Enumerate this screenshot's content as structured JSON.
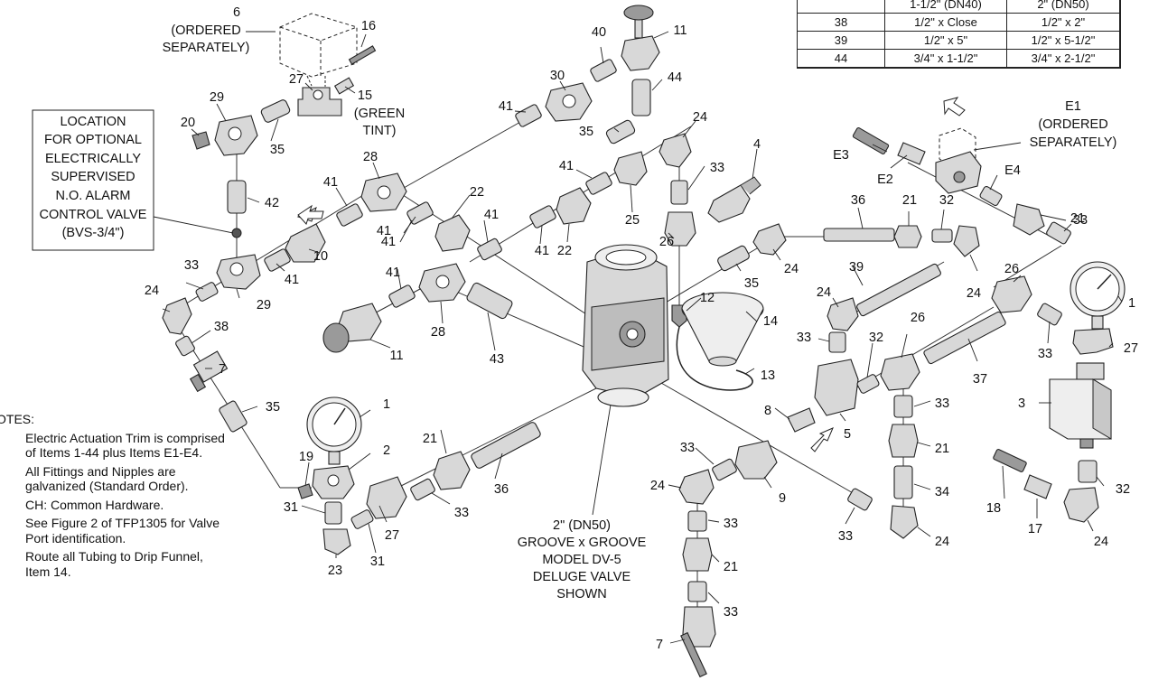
{
  "labels": [
    {
      "id": "p6",
      "text": "6"
    },
    {
      "id": "p16",
      "text": "16"
    },
    {
      "id": "p27a",
      "text": "27"
    },
    {
      "id": "p15",
      "text": "15"
    },
    {
      "id": "p29a",
      "text": "29"
    },
    {
      "id": "p20",
      "text": "20"
    },
    {
      "id": "p35a",
      "text": "35"
    },
    {
      "id": "p42",
      "text": "42"
    },
    {
      "id": "p28a",
      "text": "28"
    },
    {
      "id": "p41a",
      "text": "41"
    },
    {
      "id": "p41b",
      "text": "41"
    },
    {
      "id": "p10",
      "text": "10"
    },
    {
      "id": "p41c",
      "text": "41"
    },
    {
      "id": "p33a",
      "text": "33"
    },
    {
      "id": "p29b",
      "text": "29"
    },
    {
      "id": "p24a",
      "text": "24"
    },
    {
      "id": "p38",
      "text": "38"
    },
    {
      "id": "p7a",
      "text": "7"
    },
    {
      "id": "p35b",
      "text": "35"
    },
    {
      "id": "p41d",
      "text": "41"
    },
    {
      "id": "p30",
      "text": "30"
    },
    {
      "id": "p40",
      "text": "40"
    },
    {
      "id": "p11a",
      "text": "11"
    },
    {
      "id": "p44",
      "text": "44"
    },
    {
      "id": "p35c",
      "text": "35"
    },
    {
      "id": "p24b",
      "text": "24"
    },
    {
      "id": "p22a",
      "text": "22"
    },
    {
      "id": "p41e",
      "text": "41"
    },
    {
      "id": "p41f",
      "text": "41"
    },
    {
      "id": "p41g",
      "text": "41"
    },
    {
      "id": "p25",
      "text": "25"
    },
    {
      "id": "p33b",
      "text": "33"
    },
    {
      "id": "p4",
      "text": "4"
    },
    {
      "id": "p22b",
      "text": "22"
    },
    {
      "id": "p41h",
      "text": "41"
    },
    {
      "id": "p26a",
      "text": "26"
    },
    {
      "id": "p41i",
      "text": "41"
    },
    {
      "id": "p28b",
      "text": "28"
    },
    {
      "id": "p11b",
      "text": "11"
    },
    {
      "id": "p43",
      "text": "43"
    },
    {
      "id": "p12",
      "text": "12"
    },
    {
      "id": "p14",
      "text": "14"
    },
    {
      "id": "p13",
      "text": "13"
    },
    {
      "id": "p35d",
      "text": "35"
    },
    {
      "id": "p24c",
      "text": "24"
    },
    {
      "id": "p36a",
      "text": "36"
    },
    {
      "id": "p21a",
      "text": "21"
    },
    {
      "id": "p32a",
      "text": "32"
    },
    {
      "id": "p39",
      "text": "39"
    },
    {
      "id": "p24d",
      "text": "24"
    },
    {
      "id": "p24e",
      "text": "24"
    },
    {
      "id": "p33c",
      "text": "33"
    },
    {
      "id": "p32b",
      "text": "32"
    },
    {
      "id": "p26b",
      "text": "26"
    },
    {
      "id": "p37",
      "text": "37"
    },
    {
      "id": "pE3",
      "text": "E3"
    },
    {
      "id": "pE2",
      "text": "E2"
    },
    {
      "id": "pE4",
      "text": "E4"
    },
    {
      "id": "p21b",
      "text": "21"
    },
    {
      "id": "p33d",
      "text": "33"
    },
    {
      "id": "p26c",
      "text": "26"
    },
    {
      "id": "p1a",
      "text": "1"
    },
    {
      "id": "p33e",
      "text": "33"
    },
    {
      "id": "p27b",
      "text": "27"
    },
    {
      "id": "p3",
      "text": "3"
    },
    {
      "id": "p32c",
      "text": "32"
    },
    {
      "id": "p18",
      "text": "18"
    },
    {
      "id": "p17",
      "text": "17"
    },
    {
      "id": "p24f",
      "text": "24"
    },
    {
      "id": "p19",
      "text": "19"
    },
    {
      "id": "p1b",
      "text": "1"
    },
    {
      "id": "p2",
      "text": "2"
    },
    {
      "id": "p31a",
      "text": "31"
    },
    {
      "id": "p27c",
      "text": "27"
    },
    {
      "id": "p31b",
      "text": "31"
    },
    {
      "id": "p23",
      "text": "23"
    },
    {
      "id": "p21c",
      "text": "21"
    },
    {
      "id": "p33f",
      "text": "33"
    },
    {
      "id": "p36b",
      "text": "36"
    },
    {
      "id": "p8",
      "text": "8"
    },
    {
      "id": "p5",
      "text": "5"
    },
    {
      "id": "p33g",
      "text": "33"
    },
    {
      "id": "p21d",
      "text": "21"
    },
    {
      "id": "p34",
      "text": "34"
    },
    {
      "id": "p33h",
      "text": "33"
    },
    {
      "id": "p24g",
      "text": "24"
    },
    {
      "id": "p33i",
      "text": "33"
    },
    {
      "id": "p9",
      "text": "9"
    },
    {
      "id": "p24h",
      "text": "24"
    },
    {
      "id": "p33j",
      "text": "33"
    },
    {
      "id": "p21e",
      "text": "21"
    },
    {
      "id": "p33k",
      "text": "33"
    },
    {
      "id": "p7b",
      "text": "7"
    }
  ],
  "callouts": {
    "ordered_separately_6": [
      "(ORDERED",
      "SEPARATELY)"
    ],
    "green_tint": [
      "(GREEN",
      "TINT)"
    ],
    "optional_valve": [
      "LOCATION",
      "FOR OPTIONAL",
      "ELECTRICALLY",
      "SUPERVISED",
      "N.O. ALARM",
      "CONTROL VALVE",
      "(BVS-3/4\")"
    ],
    "e1": [
      "E1",
      "(ORDERED",
      "SEPARATELY)"
    ],
    "valve_caption": [
      "2\" (DN50)",
      "GROOVE x GROOVE",
      "MODEL DV-5",
      "DELUGE VALVE",
      "SHOWN"
    ]
  },
  "size_table": {
    "header": [
      "",
      "1-1/2\" (DN40)",
      "2\" (DN50)"
    ],
    "rows": [
      [
        "38",
        "1/2\" x Close",
        "1/2\" x 2\""
      ],
      [
        "39",
        "1/2\" x 5\"",
        "1/2\" x 5-1/2\""
      ],
      [
        "44",
        "3/4\" x 1-1/2\"",
        "3/4\" x 2-1/2\""
      ]
    ]
  },
  "notes": {
    "heading": "OTES:",
    "items": [
      "Electric Actuation Trim is comprised of Items 1-44 plus Items E1-E4.",
      "All Fittings and Nipples are galvanized (Standard Order).",
      "CH: Common Hardware.",
      "See Figure 2 of TFP1305 for Valve Port identification.",
      "Route all Tubing to Drip Funnel, Item 14."
    ]
  }
}
